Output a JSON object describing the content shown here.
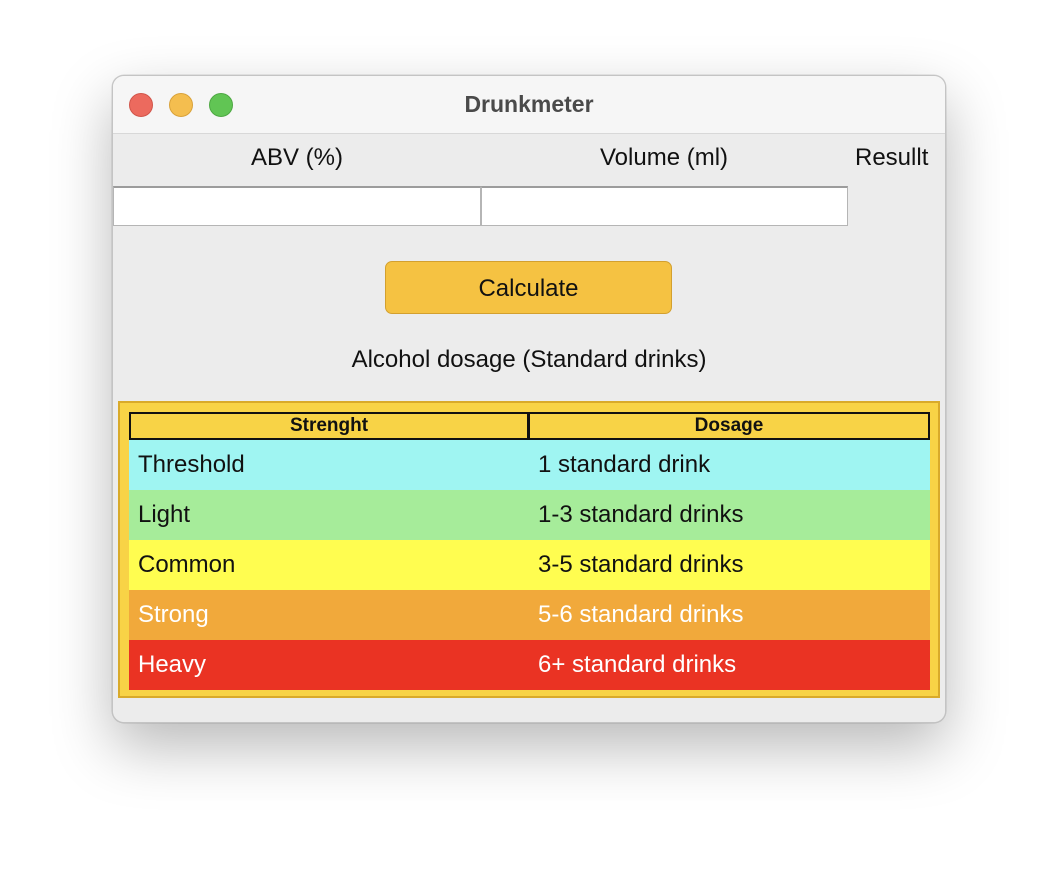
{
  "window": {
    "title": "Drunkmeter"
  },
  "inputs": {
    "abv_label": "ABV (%)",
    "abv_value": "",
    "volume_label": "Volume (ml)",
    "volume_value": "",
    "result_label": "Resullt"
  },
  "calculate_button": {
    "label": "Calculate",
    "color": "#f5c242"
  },
  "dosage": {
    "title": "Alcohol dosage (Standard drinks)",
    "headers": [
      "Strenght",
      "Dosage"
    ],
    "header_color": "#f8d346",
    "rows": [
      {
        "strength": "Threshold",
        "dosage": "1 standard drink",
        "bg": "#9ff5f2",
        "fg": "#111111"
      },
      {
        "strength": "Light",
        "dosage": "1-3 standard drinks",
        "bg": "#a6ec9a",
        "fg": "#111111"
      },
      {
        "strength": "Common",
        "dosage": "3-5 standard drinks",
        "bg": "#fffd50",
        "fg": "#111111"
      },
      {
        "strength": "Strong",
        "dosage": "5-6 standard drinks",
        "bg": "#f1a93b",
        "fg": "#ffffff"
      },
      {
        "strength": "Heavy",
        "dosage": "6+ standard drinks",
        "bg": "#ea3323",
        "fg": "#ffffff"
      }
    ]
  }
}
